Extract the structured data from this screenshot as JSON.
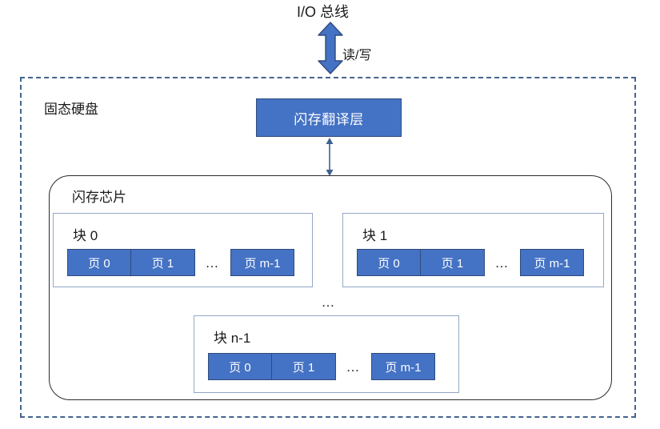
{
  "diagram": {
    "io_bus_label": "I/O 总线",
    "read_write_label": "读/写",
    "ssd_label": "固态硬盘",
    "ftl_label": "闪存翻译层",
    "chip_label": "闪存芯片",
    "ellipsis": "…",
    "blocks_ellipsis": "…",
    "colors": {
      "box_fill": "#4472C4",
      "box_border": "#2F4B7C",
      "ssd_dashed_border": "#44648F",
      "chip_border": "#2b2b2b",
      "block_border": "#93A8C4",
      "arrow_fill": "#4472C4",
      "arrow_border": "#2F4B7C",
      "text": "#1a1a1a",
      "box_text": "#ffffff",
      "background": "#ffffff"
    },
    "blocks": [
      {
        "name": "块 0",
        "pages": [
          {
            "label": "页 0"
          },
          {
            "label": "页 1"
          },
          {
            "label": "页 m-1"
          }
        ],
        "page_gap": "…"
      },
      {
        "name": "块 1",
        "pages": [
          {
            "label": "页 0"
          },
          {
            "label": "页 1"
          },
          {
            "label": "页 m-1"
          }
        ],
        "page_gap": "…"
      },
      {
        "name": "块 n-1",
        "pages": [
          {
            "label": "页 0"
          },
          {
            "label": "页 1"
          },
          {
            "label": "页 m-1"
          }
        ],
        "page_gap": "…"
      }
    ]
  }
}
